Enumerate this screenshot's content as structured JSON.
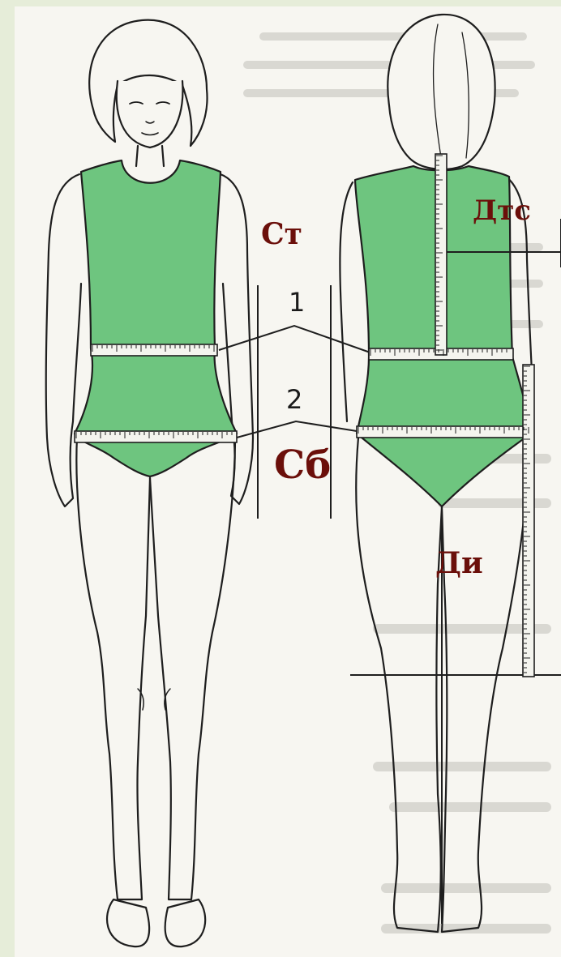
{
  "labels": {
    "waist": "Ст",
    "back_waist_length": "Дтс",
    "hip": "Сб",
    "product_length": "Ди",
    "line_1": "1",
    "line_2": "2"
  },
  "colors": {
    "garment_fill": "#6ec57f",
    "outline": "#1e1e1e",
    "label_text": "#6b0f0a",
    "background": "#e3ead7"
  }
}
